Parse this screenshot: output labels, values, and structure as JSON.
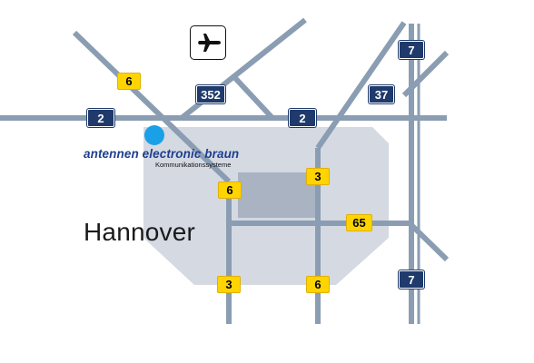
{
  "map": {
    "city": "Hannover",
    "company": {
      "name": "antennen electronic braun",
      "tagline": "Kommunikationssysteme"
    },
    "airport_icon": "airplane-icon",
    "routes": {
      "a2_west": "2",
      "a2_east": "2",
      "a352": "352",
      "a37": "37",
      "a7_north": "7",
      "a7_south": "7",
      "b6_north": "6",
      "b6_center": "6",
      "b6_south": "6",
      "b3_north": "3",
      "b3_south": "3",
      "b65": "65"
    },
    "colors": {
      "road": "#8a9db2",
      "city_area": "#d4d9e2",
      "center_area": "#a9b3c2",
      "autobahn_badge": "#1f3a6b",
      "bundesstrasse_badge": "#ffd400",
      "company_dot": "#1aa0e6",
      "company_text": "#1e3f8f",
      "label_text": "#1a1a1a"
    }
  }
}
